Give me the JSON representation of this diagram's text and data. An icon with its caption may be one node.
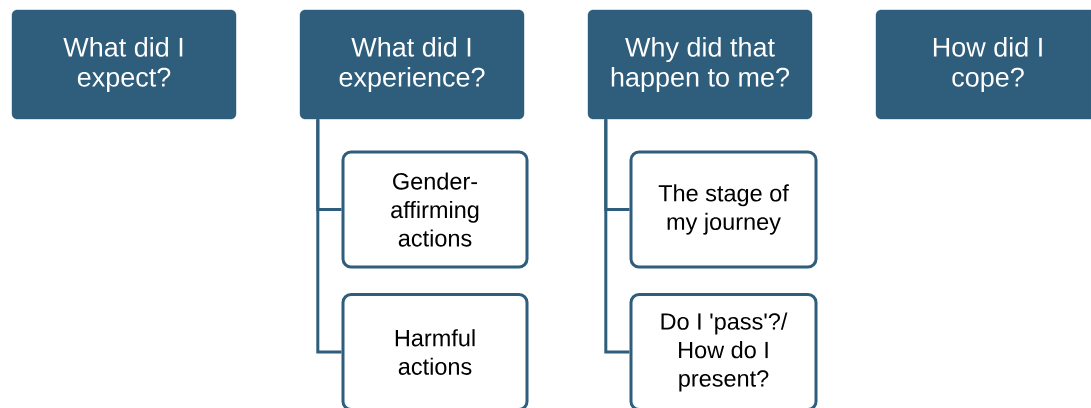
{
  "diagram": {
    "nodes": [
      {
        "text": [
          "What did I expect?"
        ]
      },
      {
        "text": [
          "What did I experience?"
        ]
      },
      {
        "text": [
          "Why did that happen to me?"
        ]
      },
      {
        "text": [
          "How did I cope?"
        ]
      },
      {
        "text": [
          "Gender-affirming actions"
        ]
      },
      {
        "text": [
          "Harmful actions"
        ]
      },
      {
        "text": [
          "The stage of my journey"
        ]
      },
      {
        "text": [
          "Do I 'pass'?/ How do I present?"
        ]
      }
    ],
    "edges": [
      {
        "from": 1,
        "to": 4,
        "arrow": "none"
      },
      {
        "from": 1,
        "to": 5,
        "arrow": "none"
      },
      {
        "from": 2,
        "to": 6,
        "arrow": "none"
      },
      {
        "from": 2,
        "to": 7,
        "arrow": "none"
      }
    ]
  }
}
